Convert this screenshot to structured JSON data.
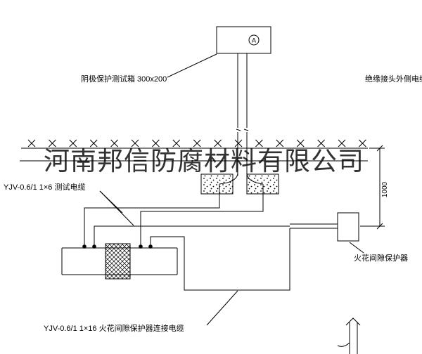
{
  "diagram": {
    "watermark": "河南邦信防腐材料有限公司",
    "test_box_label": "阴极保护测试箱 300x200",
    "right_cable_label": "绝缘接头外侧电缆",
    "test_cable_label": "YJV-0.6/1 1×6  测试电缆",
    "spark_protector_label": "火花间隙保护器",
    "connection_cable_label": "YJV-0.6/1 1×16  火花间隙保护器连接电缆",
    "depth_dimension": "1000",
    "test_box_marker": "A"
  },
  "colors": {
    "line": "#000000",
    "watermark": "#111111",
    "background": "#ffffff"
  }
}
